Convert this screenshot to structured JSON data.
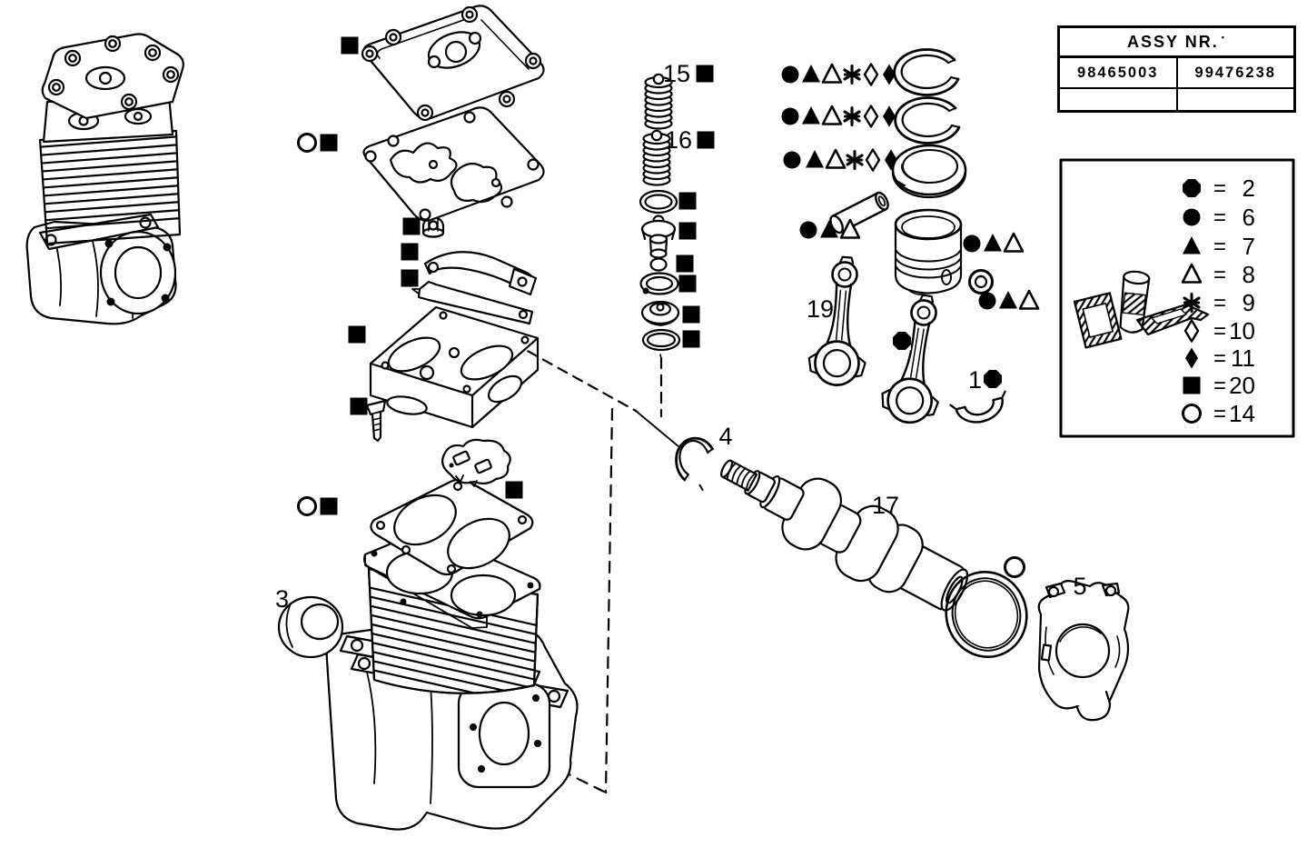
{
  "assy_table": {
    "header": "ASSY NR.",
    "header_mark": "▪",
    "numbers": [
      "98465003",
      "99476238"
    ]
  },
  "legend": {
    "eq": "=",
    "entries": [
      {
        "icon": "notched-square",
        "value": "2"
      },
      {
        "icon": "filled-circle",
        "value": "6"
      },
      {
        "icon": "filled-triangle",
        "value": "7"
      },
      {
        "icon": "open-triangle",
        "value": "8"
      },
      {
        "icon": "asterisk",
        "value": "9"
      },
      {
        "icon": "open-diamond",
        "value": "10"
      },
      {
        "icon": "filled-diamond",
        "value": "11"
      },
      {
        "icon": "filled-square",
        "value": "20"
      },
      {
        "icon": "open-circle",
        "value": "14"
      }
    ]
  },
  "callouts": {
    "bearing_shell": "1",
    "bushing": "3",
    "seal_ring": "4",
    "end_cover": "5",
    "valve_spring_upper": "15",
    "valve_spring_lower": "16",
    "crankshaft": "17",
    "connecting_rod": "19"
  },
  "icons": {
    "filled-square": "■",
    "notched-square": "▣",
    "filled-circle": "●",
    "open-circle": "○",
    "filled-triangle": "▲",
    "open-triangle": "△",
    "asterisk": "✳",
    "open-diamond": "◇",
    "filled-diamond": "◆"
  }
}
